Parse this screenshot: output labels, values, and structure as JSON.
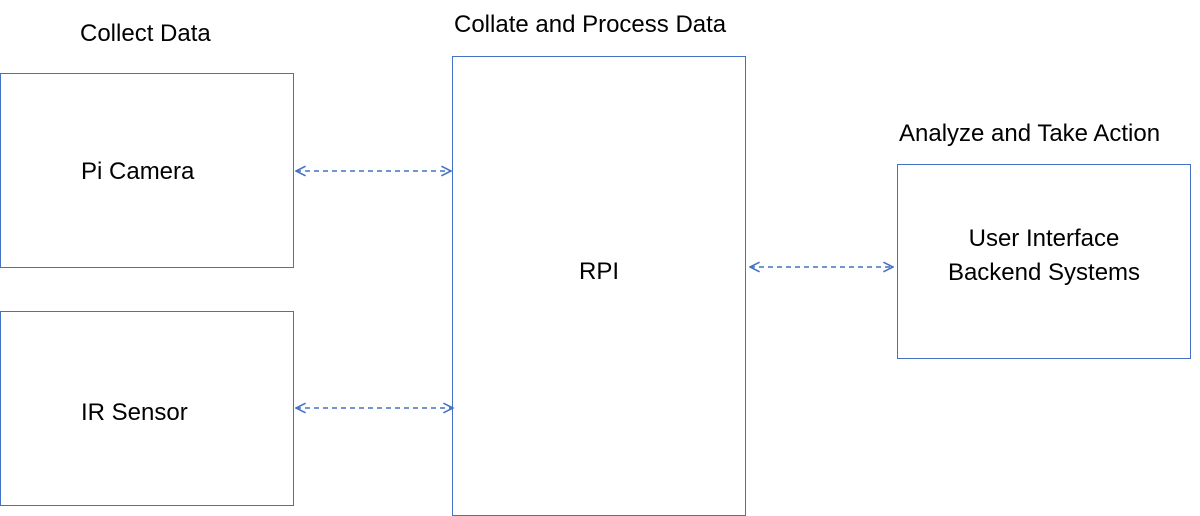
{
  "headings": {
    "collect": "Collect Data",
    "collate": "Collate and Process Data",
    "analyze": "Analyze and Take Action"
  },
  "boxes": {
    "pi_camera": "Pi Camera",
    "ir_sensor": "IR Sensor",
    "rpi": "RPI",
    "ui_line1": "User Interface",
    "ui_line2": "Backend Systems"
  },
  "colors": {
    "box_border": "#4472c4",
    "connector": "#4472c4"
  }
}
